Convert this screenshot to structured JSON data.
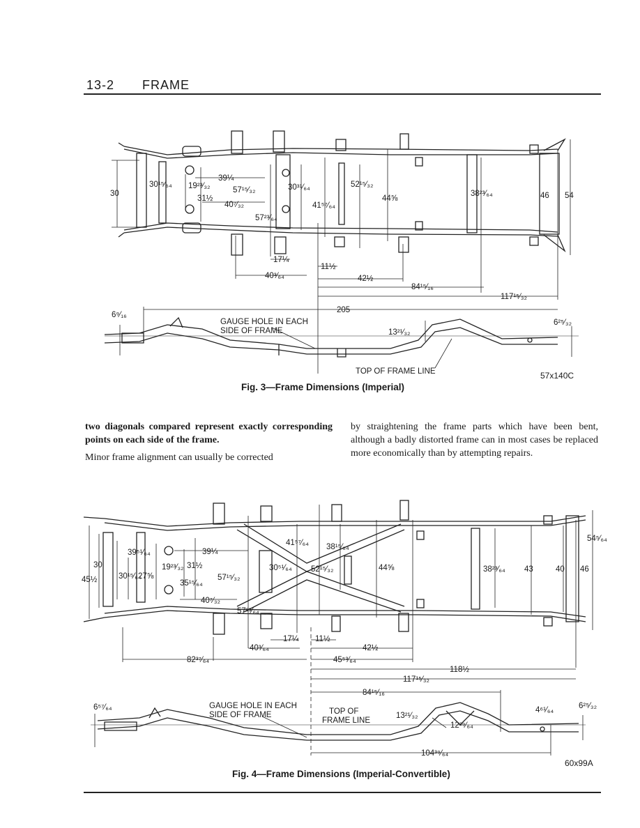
{
  "header": {
    "section": "13-2",
    "title": "FRAME"
  },
  "figure3": {
    "caption": "Fig. 3—Frame Dimensions (Imperial)",
    "code": "57x140C",
    "dims": {
      "d30": "30",
      "d30_15_64": "30¹⁵⁄₆₄",
      "d19_23_32": "19²³⁄₃₂",
      "d39_1_4": "39¼",
      "d57_15_32": "57¹⁵⁄₃₂",
      "d30_31_64": "30³¹⁄₆₄",
      "d31_1_2": "31½",
      "d40_7_32": "40⁷⁄₃₂",
      "d57_23_64": "57²³⁄₆₄",
      "d41_57_64": "41⁵⁷⁄₆₄",
      "d52_15_32": "52¹⁵⁄₃₂",
      "d44_5_8": "44⅝",
      "d38_23_64": "38²³⁄₆₄",
      "d46": "46",
      "d54": "54",
      "d17_1_4": "17¼",
      "d11_1_2": "11½",
      "d40_3_64": "40³⁄₆₄",
      "d42_1_2": "42½",
      "d84_15_16": "84¹⁵⁄₁₆",
      "d117_15_32": "117¹⁵⁄₃₂",
      "d205": "205",
      "d6_9_16": "6⁹⁄₁₆",
      "d6_25_32": "6²⁵⁄₃₂",
      "d13_21_32": "13²¹⁄₃₂"
    },
    "gauge_label_1": "GAUGE HOLE IN EACH",
    "gauge_label_2": "SIDE OF FRAME",
    "top_of_frame": "TOP OF FRAME LINE"
  },
  "body": {
    "col1_bold": "two diagonals compared represent exactly corresponding points on each side of the frame.",
    "col1_para": "Minor frame alignment can usually be corrected",
    "col2_para": "by straightening the frame parts which have been bent, although a badly distorted frame can in most cases be replaced more economically than by attempting repairs."
  },
  "figure4": {
    "caption": "Fig. 4—Frame Dimensions (Imperial-Convertible)",
    "code": "60x99A",
    "dims": {
      "d45_1_2": "45½",
      "d30": "30",
      "d39_51_64": "39⁵¹⁄₆₄",
      "d30_15_64": "30¹⁵⁄₆₄",
      "d27_5_8": "27⅝",
      "d19_23_32": "19²³⁄₃₂",
      "d31_1_2": "31½",
      "d35_15_64": "35¹⁵⁄₆₄",
      "d39_1_4": "39¼",
      "d57_15_32": "57¹⁵⁄₃₂",
      "d30_51_64": "30⁵¹⁄₆₄",
      "d40_7_32": "40⁷⁄₃₂",
      "d57_23_64": "57²³⁄₆₄",
      "d41_57_64": "41⁵⁷⁄₆₄",
      "d38_15_64": "38¹⁵⁄₆₄",
      "d52_15_32": "52¹⁵⁄₃₂",
      "d44_5_8": "44⅝",
      "d38_23_64": "38²³⁄₆₄",
      "d43": "43",
      "d40": "40",
      "d46": "46",
      "d54_5_64": "54⁵⁄₆₄",
      "d17_1_4": "17¼",
      "d11_1_2": "11½",
      "d40_3_64": "40³⁄₆₄",
      "d42_1_2": "42½",
      "d82_37_64": "82³⁷⁄₆₄",
      "d45_53_64": "45⁵³⁄₆₄",
      "d118_1_2": "118½",
      "d117_15_32": "117¹⁵⁄₃₂",
      "d84_15_16": "84¹⁵⁄₁₆",
      "d6_57_64": "6⁵⁷⁄₆₄",
      "d13_21_32": "13²¹⁄₃₂",
      "d12_39_64": "12³⁹⁄₆₄",
      "d4_61_64": "4⁶¹⁄₆₄",
      "d6_25_32": "6²⁵⁄₃₂",
      "d104_39_64": "104³⁹⁄₆₄"
    },
    "gauge_label_1": "GAUGE HOLE IN EACH",
    "gauge_label_2": "SIDE OF FRAME",
    "top_of_frame_1": "TOP OF",
    "top_of_frame_2": "FRAME LINE"
  }
}
